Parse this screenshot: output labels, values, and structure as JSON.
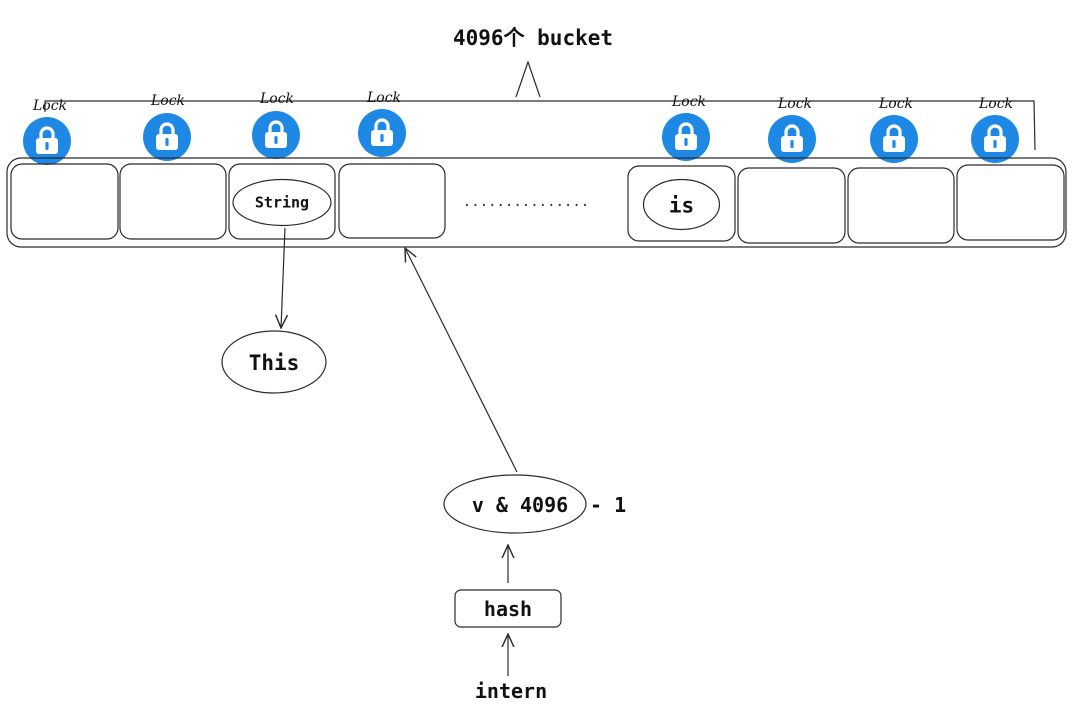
{
  "title": "4096个 bucket",
  "lock_label": "Lock",
  "lock_color": "#1e88e5",
  "lock_count": 8,
  "bucket_contents": [
    "",
    "",
    "String",
    "",
    "",
    "is",
    "",
    "",
    ""
  ],
  "ellipsis": "···············",
  "chain_node": "This",
  "mask_label": "v & 4096",
  "mask_suffix": "- 1",
  "hash_label": "hash",
  "intern_label": "intern"
}
